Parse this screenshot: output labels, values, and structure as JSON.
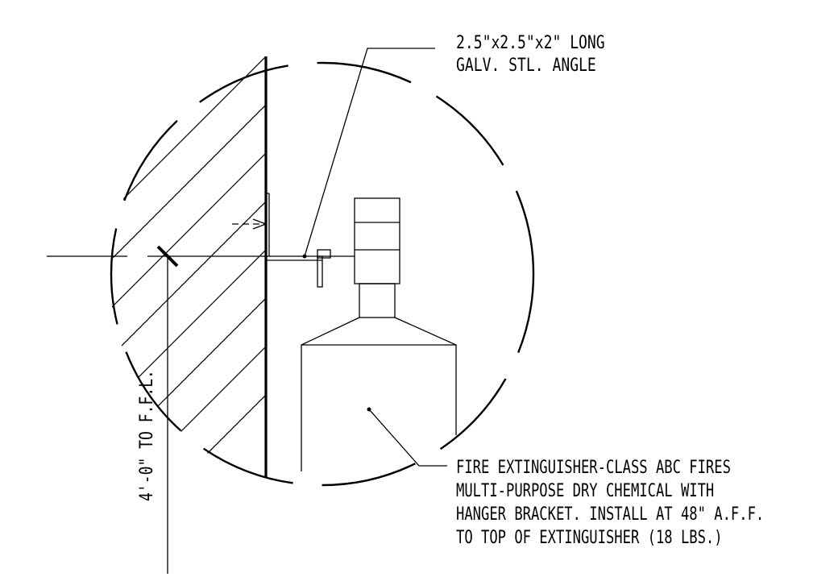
{
  "angle_note": {
    "line1": "2.5\"x2.5\"x2\" LONG",
    "line2": "GALV. STL. ANGLE"
  },
  "extinguisher_note": {
    "line1": "FIRE EXTINGUISHER-CLASS ABC FIRES",
    "line2": "MULTI-PURPOSE DRY CHEMICAL WITH",
    "line3": "HANGER BRACKET. INSTALL AT 48\" A.F.F.",
    "line4": "TO TOP OF EXTINGUISHER (18 LBS.)"
  },
  "dimension": {
    "label": "4'-0\" TO F.F.L."
  }
}
